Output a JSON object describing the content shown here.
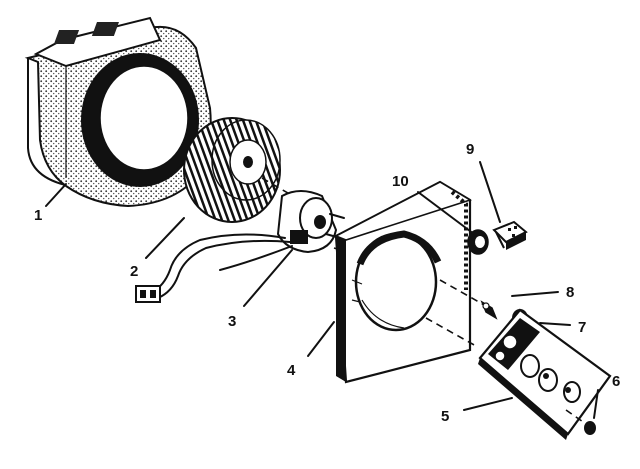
{
  "diagram": {
    "callouts": [
      {
        "id": "1",
        "label": "1"
      },
      {
        "id": "2",
        "label": "2"
      },
      {
        "id": "3",
        "label": "3"
      },
      {
        "id": "4",
        "label": "4"
      },
      {
        "id": "5",
        "label": "5"
      },
      {
        "id": "6",
        "label": "6"
      },
      {
        "id": "7",
        "label": "7"
      },
      {
        "id": "8",
        "label": "8"
      },
      {
        "id": "9",
        "label": "9"
      },
      {
        "id": "10",
        "label": "10"
      }
    ],
    "colors": {
      "ink": "#111111",
      "paper": "#ffffff",
      "shade": "#b8b8b8"
    }
  }
}
